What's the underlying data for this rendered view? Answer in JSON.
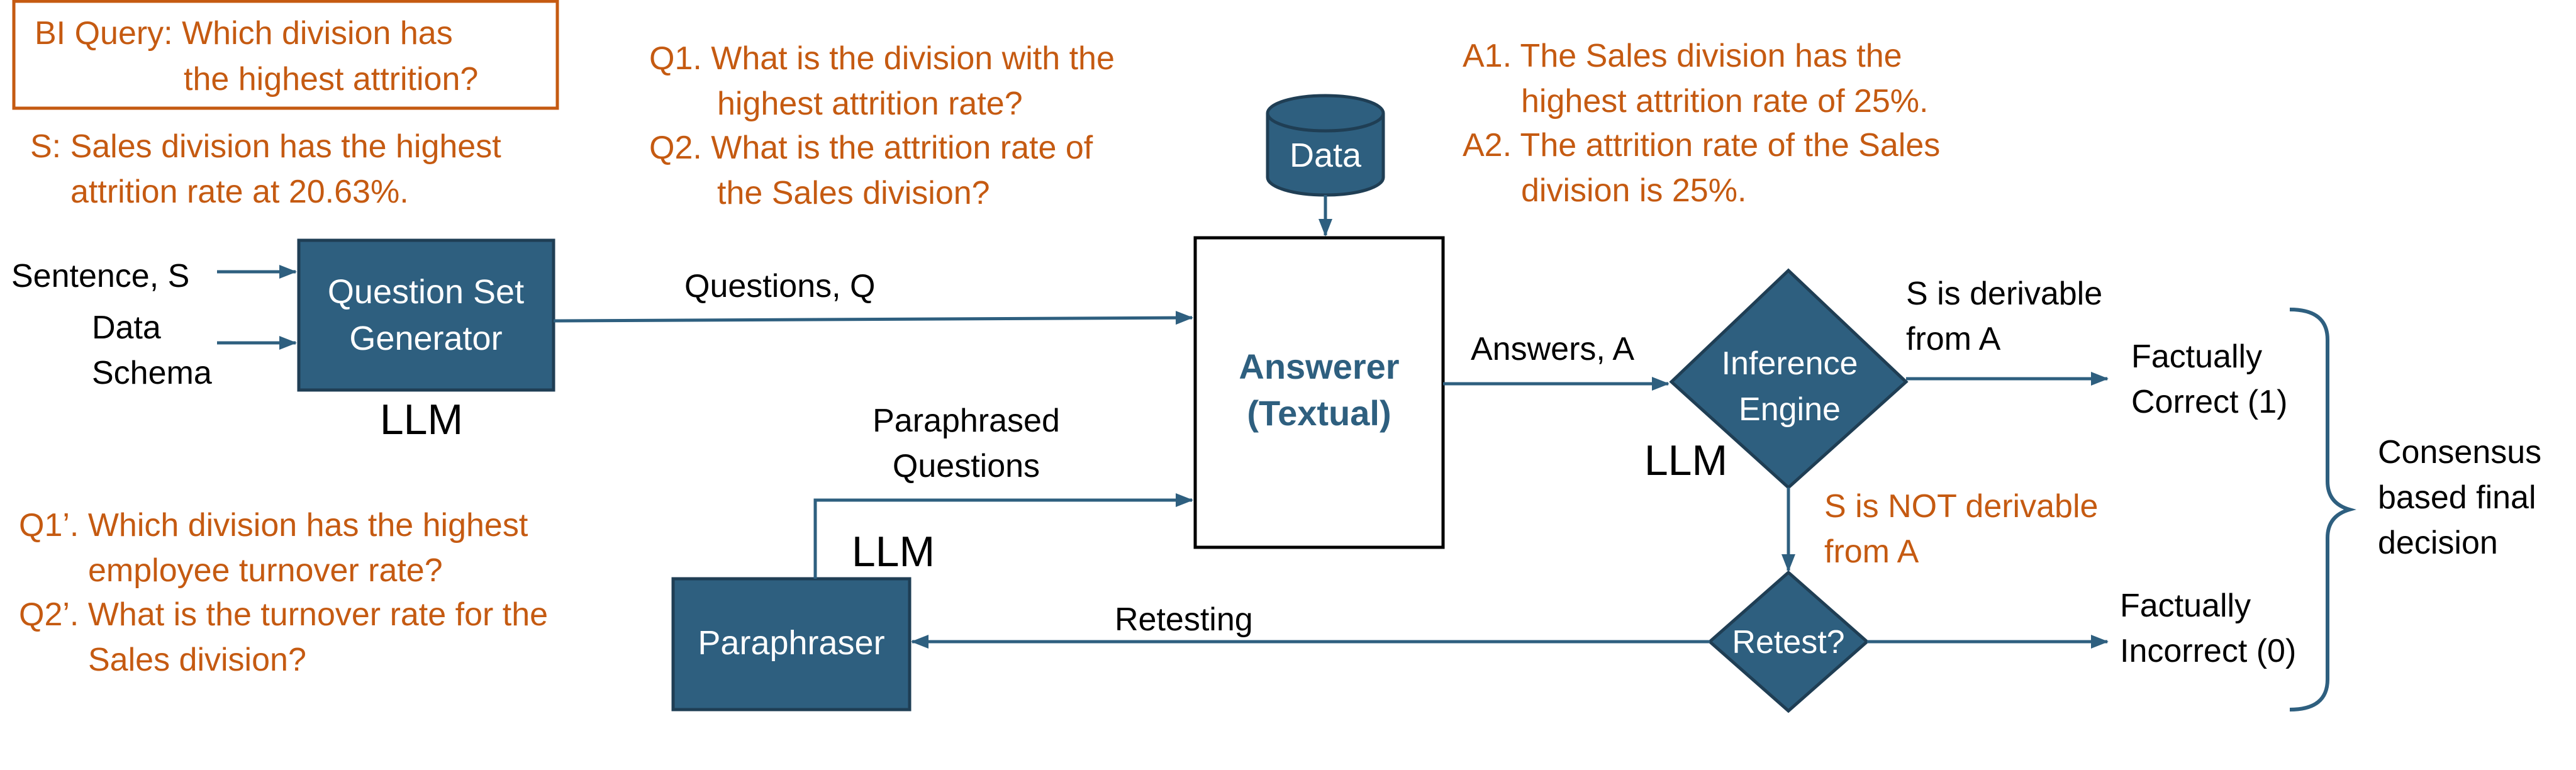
{
  "bi_query": {
    "line1": "BI Query: Which division has",
    "line2": "the highest attrition?"
  },
  "sentence_s": {
    "line1": "S: Sales division has the highest",
    "line2": "attrition rate at 20.63%."
  },
  "questions_example": {
    "q1_line1": "Q1. What is the division with the",
    "q1_line2": "highest attrition rate?",
    "q2_line1": "Q2. What is the attrition rate of",
    "q2_line2": "the Sales division?"
  },
  "answers_example": {
    "a1_line1": "A1. The Sales division has the",
    "a1_line2": "highest attrition rate of 25%.",
    "a2_line1": "A2. The attrition rate of the Sales",
    "a2_line2": "division is 25%."
  },
  "paraphrased_example": {
    "q1_line1": "Q1’. Which division has the highest",
    "q1_line2": "employee turnover rate?",
    "q2_line1": "Q2’. What is the turnover rate for the",
    "q2_line2": "Sales division?"
  },
  "inputs": {
    "sentence": "Sentence, S",
    "data_line1": "Data",
    "data_line2": "Schema"
  },
  "nodes": {
    "question_set_generator": {
      "line1": "Question Set",
      "line2": "Generator"
    },
    "data_cylinder": "Data",
    "answerer": {
      "line1": "Answerer",
      "line2": "(Textual)"
    },
    "inference_engine": {
      "line1": "Inference",
      "line2": "Engine"
    },
    "paraphraser": "Paraphraser",
    "retest": "Retest?"
  },
  "llm_labels": {
    "generator": "LLM",
    "paraphraser": "LLM",
    "inference": "LLM"
  },
  "edges": {
    "questions": "Questions, Q",
    "paraphrased_line1": "Paraphrased",
    "paraphrased_line2": "Questions",
    "answers": "Answers, A",
    "derivable_line1": "S is derivable",
    "derivable_line2": "from A",
    "not_derivable_line1": "S is NOT derivable",
    "not_derivable_line2": "from A",
    "retesting": "Retesting"
  },
  "outcomes": {
    "correct_line1": "Factually",
    "correct_line2": "Correct (1)",
    "incorrect_line1": "Factually",
    "incorrect_line2": "Incorrect (0)",
    "consensus_line1": "Consensus",
    "consensus_line2": "based final",
    "consensus_line3": "decision"
  },
  "colors": {
    "box_fill": "#2e5f7f",
    "box_border": "#1f3e54",
    "accent_text": "#c55a11",
    "arrow": "#2e5f7f",
    "answerer_text": "#2e5f7f"
  }
}
